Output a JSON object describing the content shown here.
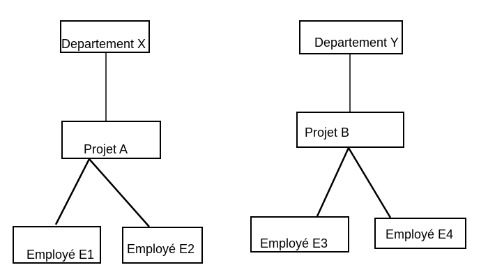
{
  "diagram": {
    "org_x": {
      "department_label": "Departement X",
      "project_label": "Projet A",
      "employees": [
        "Employé E1",
        "Employé E2"
      ]
    },
    "org_y": {
      "department_label": "Departement Y",
      "project_label": "Projet B",
      "employees": [
        "Employé E3",
        "Employé E4"
      ]
    }
  },
  "colors": {
    "stroke": "#000000",
    "background": "#ffffff",
    "text": "#000000"
  }
}
